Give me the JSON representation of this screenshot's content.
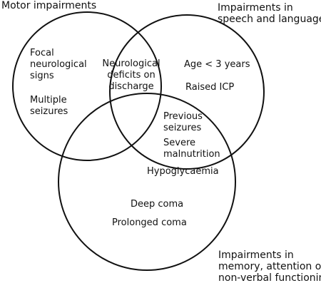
{
  "circles": {
    "motor": {
      "title": "Motor impairments"
    },
    "speech": {
      "title_lines": [
        "Impairments in",
        "speech and language"
      ]
    },
    "memory": {
      "title_lines": [
        "Impairments in",
        "memory, attention or",
        "non-verbal functioning"
      ]
    }
  },
  "regions": {
    "motor_only": {
      "group1": [
        "Focal",
        "neurological",
        "signs"
      ],
      "group2": [
        "Multiple",
        "seizures"
      ]
    },
    "motor_speech": [
      "Neurological",
      "deficits on",
      "discharge"
    ],
    "speech_only": {
      "item1": "Age < 3 years",
      "item2": "Raised ICP"
    },
    "all_three": {
      "group1": [
        "Previous",
        "seizures"
      ],
      "group2": [
        "Severe",
        "malnutrition"
      ]
    },
    "speech_memory": "Hypoglycaemia",
    "memory_only": {
      "item1": "Deep coma",
      "item2": "Prolonged coma"
    }
  },
  "colors": {
    "stroke": "#111111",
    "background": "#ffffff"
  }
}
